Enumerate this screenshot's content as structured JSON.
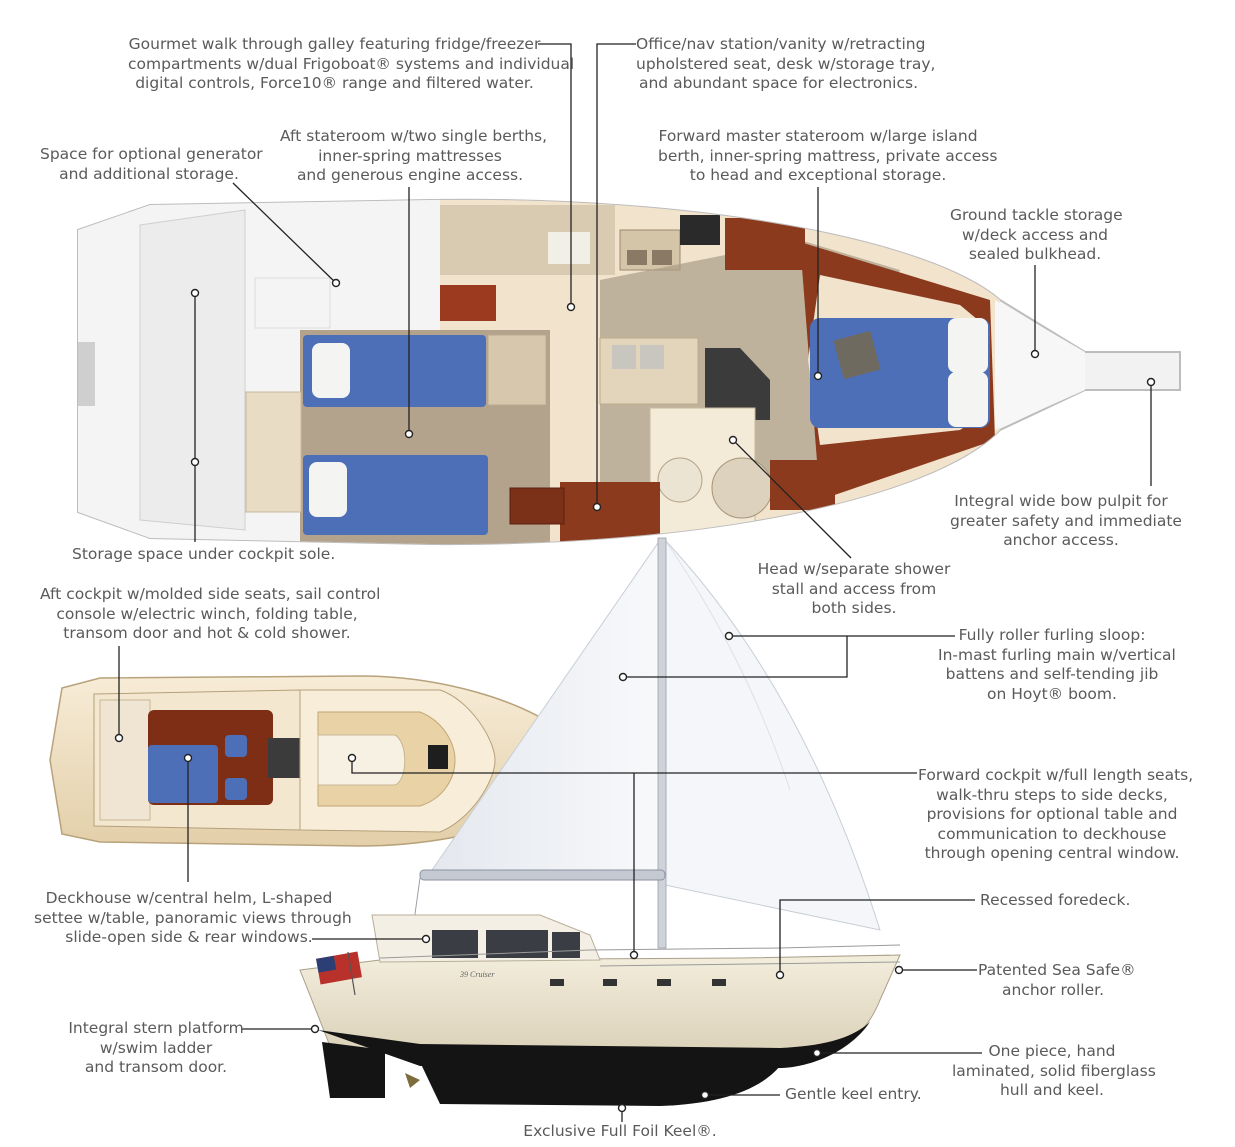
{
  "callouts": {
    "galley": "Gourmet walk through galley featuring fridge/freezer\ncompartments w/dual Frigoboat® systems and individual\ndigital controls, Force10® range and filtered water.",
    "office": "Office/nav station/vanity w/retracting\nupholstered seat, desk w/storage tray,\nand abundant space for electronics.",
    "generator": "Space for optional generator\nand additional storage.",
    "aft_stateroom": "Aft stateroom w/two single berths,\ninner-spring mattresses\nand generous engine access.",
    "forward_master": "Forward master stateroom w/large island\nberth, inner-spring mattress, private access\nto head and exceptional storage.",
    "ground_tackle": "Ground tackle storage\nw/deck access and\nsealed bulkhead.",
    "pulpit": "Integral wide bow pulpit for\ngreater safety and immediate\nanchor access.",
    "cockpit_sole": "Storage space under cockpit sole.",
    "head": "Head w/separate shower\nstall and access from\nboth sides.",
    "aft_cockpit": "Aft cockpit w/molded side seats, sail control\nconsole w/electric winch, folding table,\ntransom door and hot & cold shower.",
    "sloop": "Fully roller furling sloop:\nIn-mast furling main w/vertical\nbattens and self-tending jib\non Hoyt® boom.",
    "forward_cockpit": "Forward cockpit w/full length seats,\nwalk-thru steps to side decks,\nprovisions for optional table and\ncommunication to deckhouse\nthrough opening central window.",
    "deckhouse": "Deckhouse w/central helm, L-shaped\nsettee w/table, panoramic views through\nslide-open side & rear windows.",
    "foredeck": "Recessed foredeck.",
    "anchor_roller": "Patented Sea Safe®\nanchor roller.",
    "stern_platform": "Integral stern platform\nw/swim ladder\nand transom door.",
    "hull": "One piece, hand\nlaminated, solid fiberglass\nhull and keel.",
    "keel_entry": "Gentle keel entry.",
    "full_foil_keel": "Exclusive Full Foil Keel®."
  },
  "hull_name": "39 Cruiser",
  "colors": {
    "berth_blue": "#4d6fb8",
    "teak": "#8c3a1e",
    "interior_cream": "#f2e3cc",
    "carpet_gray": "#a89a88",
    "deck_white": "#f6f6f6",
    "hull_cream": "#ece4cf",
    "bottom_black": "#141414"
  }
}
